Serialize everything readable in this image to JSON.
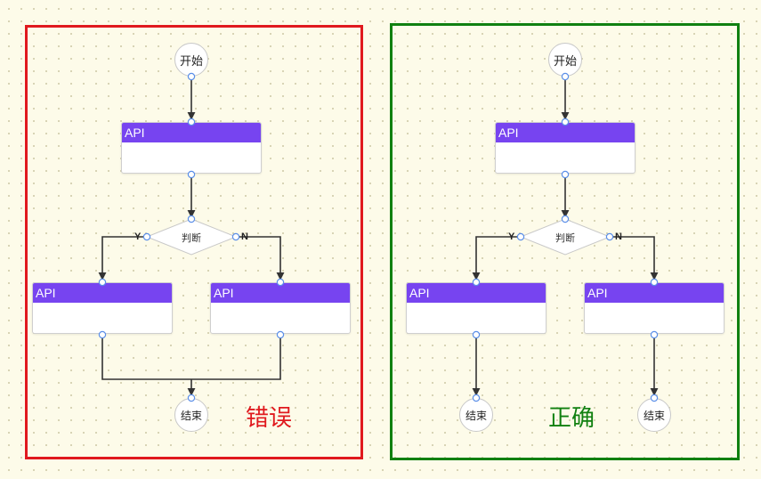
{
  "nodes": {
    "start": "开始",
    "api": "API",
    "decision": "判断",
    "yes": "Y",
    "no": "N",
    "end": "结束"
  },
  "panels": {
    "wrong": {
      "caption": "错误",
      "color": "#e0191e"
    },
    "correct": {
      "caption": "正确",
      "color": "#108010"
    }
  },
  "colors": {
    "api_header": "#7744f0",
    "connector": "#333333",
    "port": "#5b8fe8"
  }
}
